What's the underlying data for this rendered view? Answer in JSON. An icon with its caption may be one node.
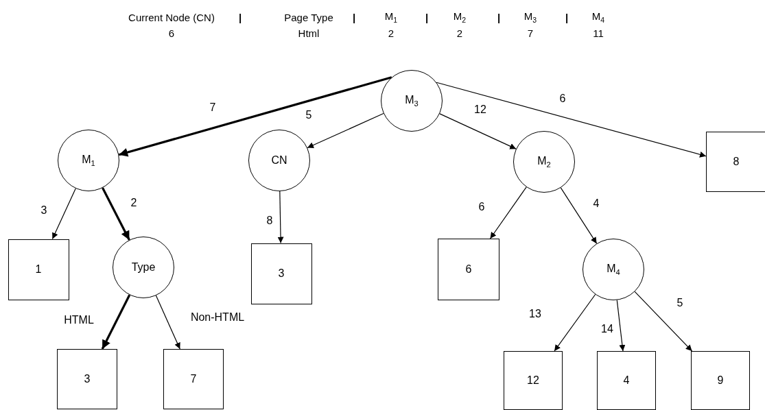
{
  "diagram": {
    "nodes": [
      {
        "text": [
          "M$_{3}$"
        ]
      },
      {
        "text": [
          "M$_{1}$"
        ]
      },
      {
        "text": [
          "CN"
        ]
      },
      {
        "text": [
          "M$_{2}$"
        ]
      },
      {
        "text": [
          "8"
        ]
      },
      {
        "text": [
          "1"
        ]
      },
      {
        "text": [
          "Type"
        ]
      },
      {
        "text": [
          "3"
        ]
      },
      {
        "text": [
          "6"
        ]
      },
      {
        "text": [
          "M$_{4}$"
        ]
      },
      {
        "text": [
          "3"
        ]
      },
      {
        "text": [
          "7"
        ]
      },
      {
        "text": [
          "12"
        ]
      },
      {
        "text": [
          "4"
        ]
      },
      {
        "text": [
          "9"
        ]
      }
    ],
    "edges": [
      {
        "from": 0,
        "to": 1,
        "arrow": "to",
        "label": "7",
        "style": "thick"
      },
      {
        "from": 0,
        "to": 2,
        "arrow": "to",
        "label": "5"
      },
      {
        "from": 0,
        "to": 3,
        "arrow": "to",
        "label": "12"
      },
      {
        "from": 0,
        "to": 4,
        "arrow": "to",
        "label": "6"
      },
      {
        "from": 1,
        "to": 5,
        "arrow": "to",
        "label": "3"
      },
      {
        "from": 1,
        "to": 6,
        "arrow": "to",
        "label": "2",
        "style": "thick"
      },
      {
        "from": 2,
        "to": 7,
        "arrow": "to",
        "label": "8"
      },
      {
        "from": 3,
        "to": 8,
        "arrow": "to",
        "label": "6"
      },
      {
        "from": 3,
        "to": 9,
        "arrow": "to",
        "label": "4"
      },
      {
        "from": 6,
        "to": 10,
        "arrow": "to",
        "label": "HTML",
        "style": "thick"
      },
      {
        "from": 6,
        "to": 11,
        "arrow": "to",
        "label": "Non-HTML"
      },
      {
        "from": 9,
        "to": 12,
        "arrow": "to",
        "label": "13"
      },
      {
        "from": 9,
        "to": 13,
        "arrow": "to",
        "label": "14"
      },
      {
        "from": 9,
        "to": 14,
        "arrow": "to",
        "label": "5"
      }
    ],
    "labels": [
      "Current Node (CN)",
      "|",
      "Page Type",
      "|",
      "M$_{1}$",
      "|",
      "M$_{2}$",
      "|",
      "M$_{3}$",
      "|",
      "M$_{4}$",
      "6",
      "Html",
      "2",
      "2",
      "7",
      "11"
    ]
  }
}
